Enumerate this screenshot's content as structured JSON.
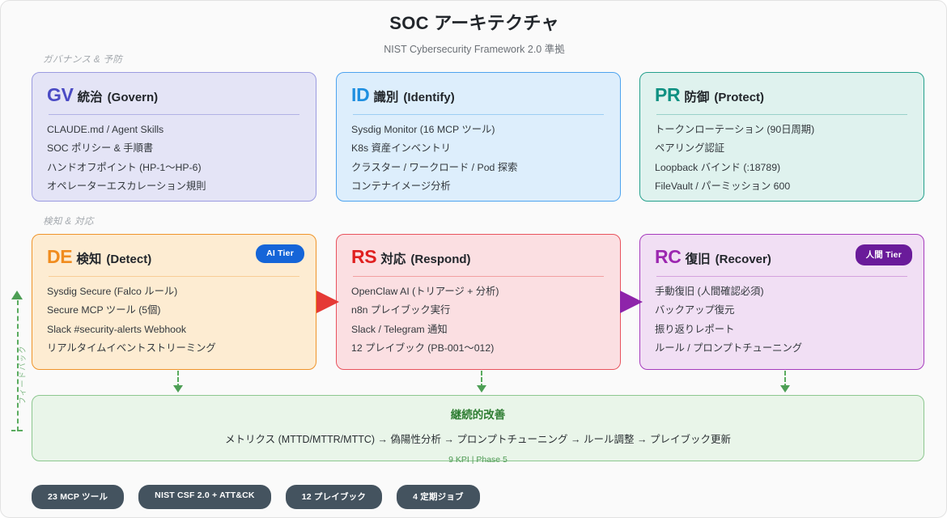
{
  "header": {
    "title": "SOC アーキテクチャ",
    "subtitle": "NIST Cybersecurity Framework 2.0 準拠"
  },
  "sections": {
    "governance_label": "ガバナンス & 予防",
    "detection_label": "検知 & 対応"
  },
  "cards": [
    {
      "code": "GV",
      "ja": "統治",
      "en": "(Govern)",
      "accent": "#4a4ac4",
      "items": [
        "CLAUDE.md / Agent Skills",
        "SOC ポリシー & 手順書",
        "ハンドオフポイント (HP-1〜HP-6)",
        "オペレーターエスカレーション規則"
      ]
    },
    {
      "code": "ID",
      "ja": "識別",
      "en": "(Identify)",
      "accent": "#1f8fe0",
      "items": [
        "Sysdig Monitor (16 MCP ツール)",
        "K8s 資産インベントリ",
        "クラスター / ワークロード / Pod 探索",
        "コンテナイメージ分析"
      ]
    },
    {
      "code": "PR",
      "ja": "防御",
      "en": "(Protect)",
      "accent": "#0f9182",
      "items": [
        "トークンローテーション (90日周期)",
        "ペアリング認証",
        "Loopback バインド (:18789)",
        "FileVault / パーミッション 600"
      ]
    },
    {
      "code": "DE",
      "ja": "検知",
      "en": "(Detect)",
      "accent": "#f08c1e",
      "badge": "AI Tier",
      "badge_color": "#1565d8",
      "items": [
        "Sysdig Secure (Falco ルール)",
        "Secure MCP ツール (5個)",
        "Slack #security-alerts Webhook",
        "リアルタイムイベントストリーミング"
      ]
    },
    {
      "code": "RS",
      "ja": "対応",
      "en": "(Respond)",
      "accent": "#e02020",
      "items": [
        "OpenClaw AI (トリアージ + 分析)",
        "n8n プレイブック実行",
        "Slack / Telegram 通知",
        "12 プレイブック (PB-001〜012)"
      ]
    },
    {
      "code": "RC",
      "ja": "復旧",
      "en": "(Recover)",
      "accent": "#9c27b0",
      "badge": "人間 Tier",
      "badge_color": "#6a1b9a",
      "items": [
        "手動復旧 (人間確認必須)",
        "バックアップ復元",
        "振り返りレポート",
        "ルール / プロンプトチューニング"
      ]
    }
  ],
  "feedback_loop": {
    "label": "フィードバック"
  },
  "improvement_panel": {
    "title": "継続的改善",
    "flow": "メトリクス (MTTD/MTTR/MTTC) → 偽陽性分析 → プロンプトチューニング → ルール調整 → プレイブック更新",
    "meta": "9 KPI | Phase 5"
  },
  "footer_pills": [
    "23 MCP ツール",
    "NIST CSF 2.0 + ATT&CK",
    "12 プレイブック",
    "4 定期ジョブ"
  ]
}
